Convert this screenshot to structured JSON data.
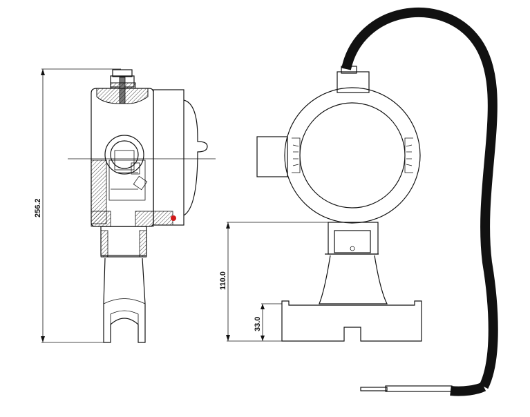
{
  "dimensions": {
    "overall_height": "256.2",
    "base_to_housing": "110.0",
    "base_height": "33.0"
  },
  "colors": {
    "line": "#111111",
    "marker": "#d11a1a"
  }
}
